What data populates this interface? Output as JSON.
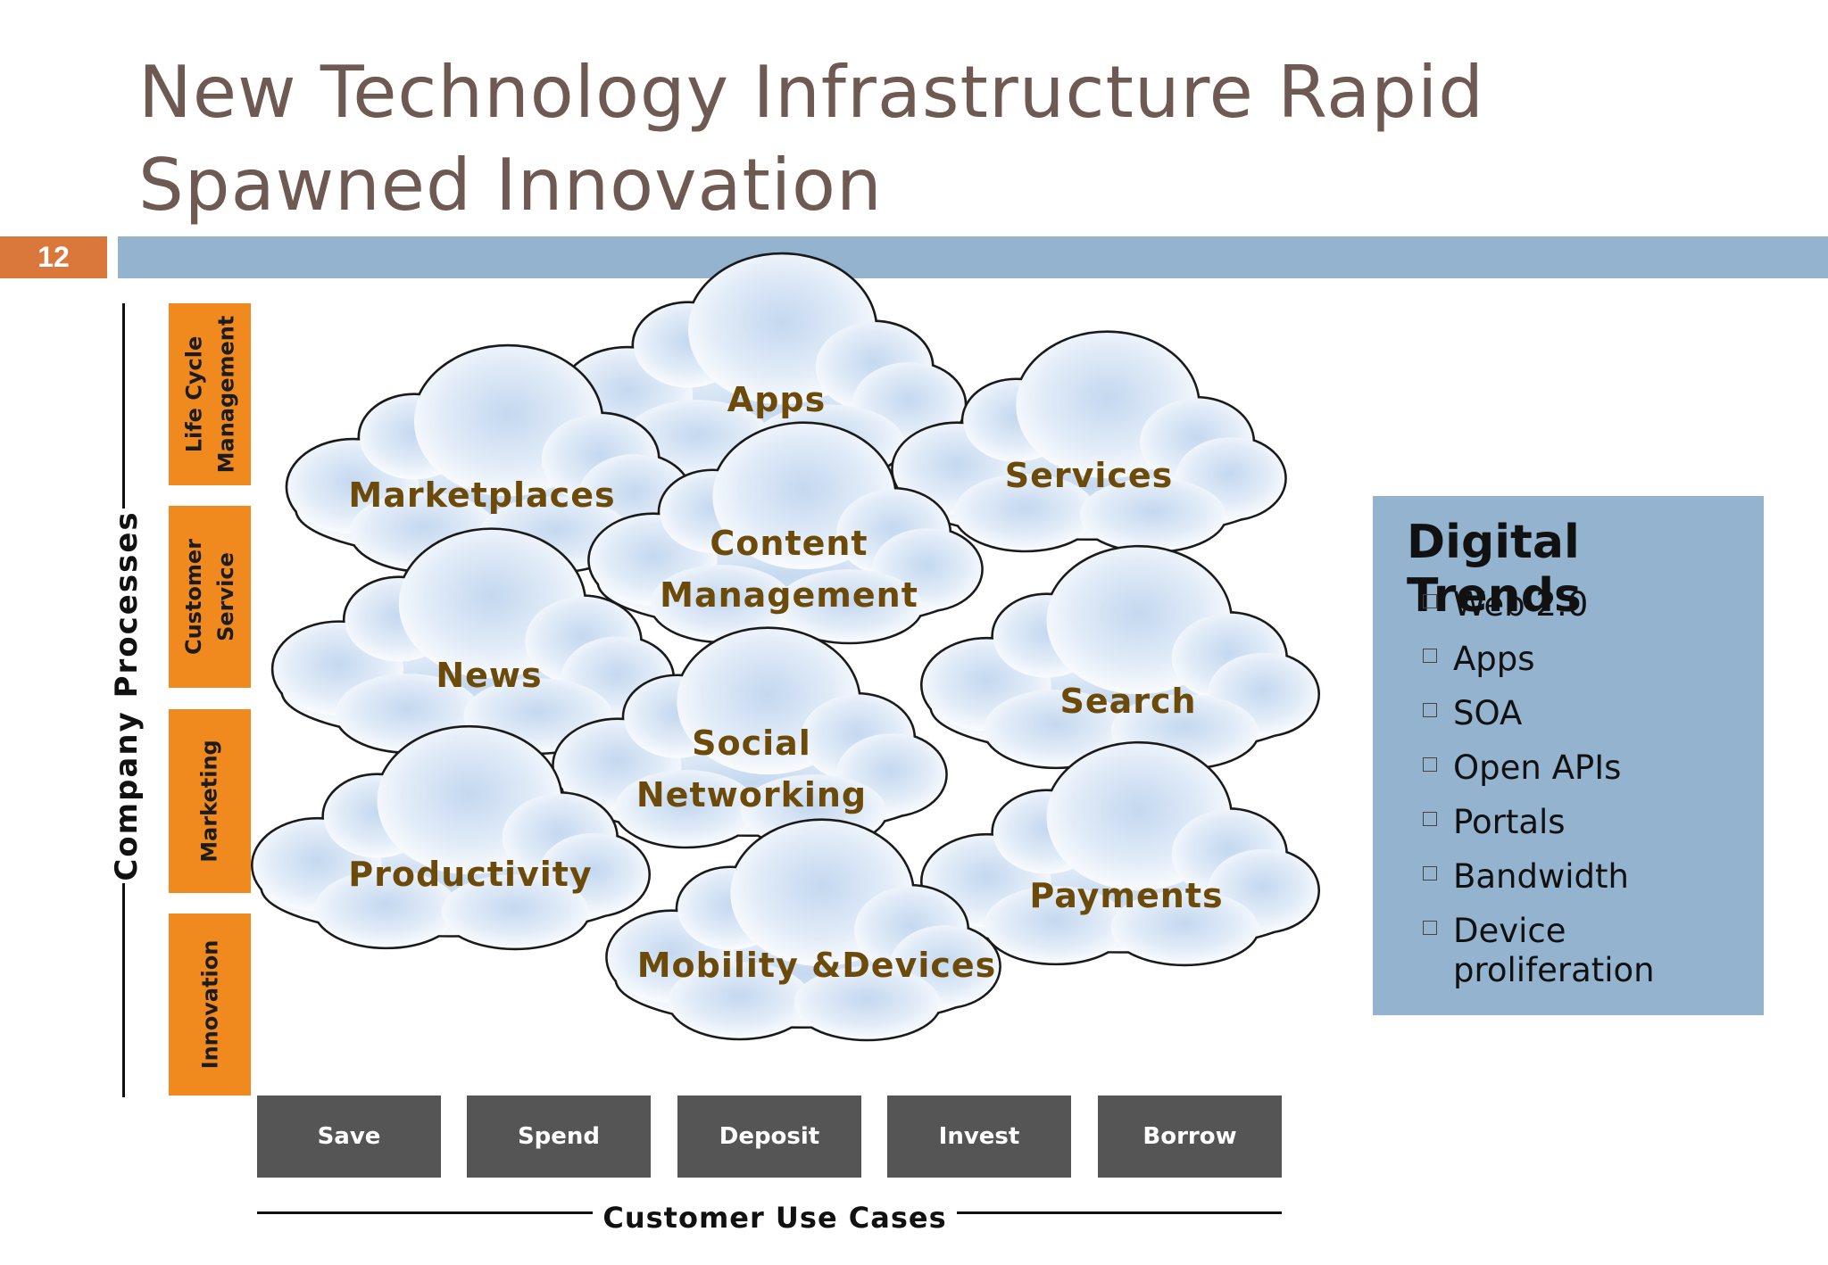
{
  "title": "New Technology Infrastructure Rapid Spawned Innovation",
  "slide_number": "12",
  "company_processes": {
    "axis_label": "Company Processes",
    "items": [
      "Life Cycle\nManagement",
      "Customer\nService",
      "Marketing",
      "Innovation"
    ]
  },
  "clouds": [
    {
      "label": "Apps"
    },
    {
      "label": "Marketplaces"
    },
    {
      "label": "Services"
    },
    {
      "label": "Content\nManagement"
    },
    {
      "label": "News"
    },
    {
      "label": "Search"
    },
    {
      "label": "Social\nNetworking"
    },
    {
      "label": "Productivity"
    },
    {
      "label": "Payments"
    },
    {
      "label": "Mobility &Devices"
    }
  ],
  "use_cases": {
    "axis_label": "Customer Use Cases",
    "items": [
      "Save",
      "Spend",
      "Deposit",
      "Invest",
      "Borrow"
    ]
  },
  "digital_trends": {
    "title": "Digital Trends",
    "items": [
      "Web 2.0",
      "Apps",
      "SOA",
      "Open APIs",
      "Portals",
      "Bandwidth",
      "Device\nproliferation"
    ]
  },
  "colors": {
    "title_text": "#6e5a52",
    "accent_bar": "#93b3cf",
    "slide_number_bg": "#d9783a",
    "process_box": "#f0891e",
    "cloud_label": "#6b4a0a",
    "use_case_box": "#555555",
    "trends_panel": "#93b3cf"
  }
}
